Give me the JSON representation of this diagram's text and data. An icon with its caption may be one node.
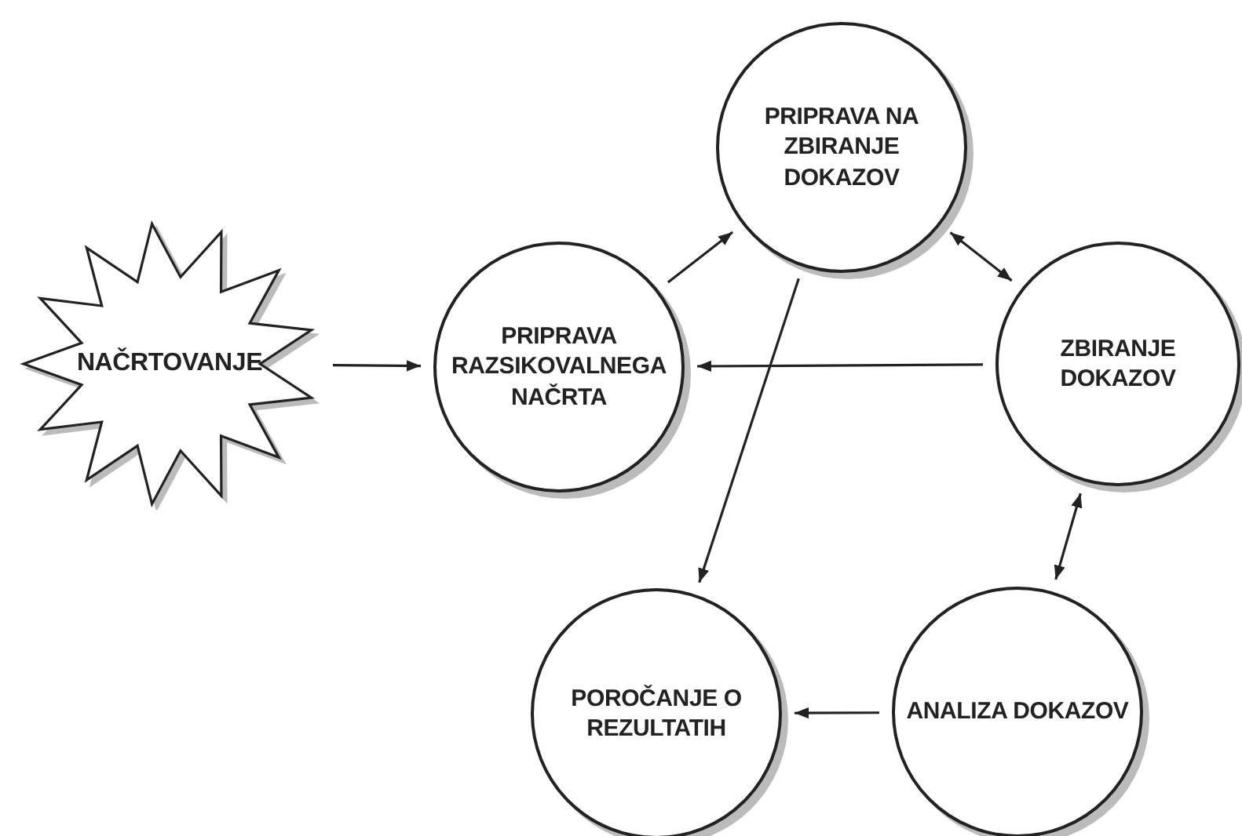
{
  "diagram": {
    "nodes": [
      {
        "text": [
          "NAČRTOVANJE"
        ]
      },
      {
        "text": [
          "PRIPRAVA RAZSIKOVALNEGA NAČRTA"
        ]
      },
      {
        "text": [
          "PRIPRAVA NA ZBIRANJE DOKAZOV"
        ]
      },
      {
        "text": [
          "ZBIRANJE DOKAZOV"
        ]
      },
      {
        "text": [
          "POROČANJE O REZULTATIH"
        ]
      },
      {
        "text": [
          "ANALIZA DOKAZOV"
        ]
      }
    ],
    "edges": [
      {
        "from": 0,
        "to": 1,
        "arrow": "to"
      },
      {
        "from": 1,
        "to": 2,
        "arrow": "to"
      },
      {
        "from": 2,
        "to": 3,
        "arrow": "both"
      },
      {
        "from": 3,
        "to": 1,
        "arrow": "to"
      },
      {
        "from": 2,
        "to": 4,
        "arrow": "to"
      },
      {
        "from": 3,
        "to": 5,
        "arrow": "both"
      },
      {
        "from": 5,
        "to": 4,
        "arrow": "to"
      }
    ]
  }
}
